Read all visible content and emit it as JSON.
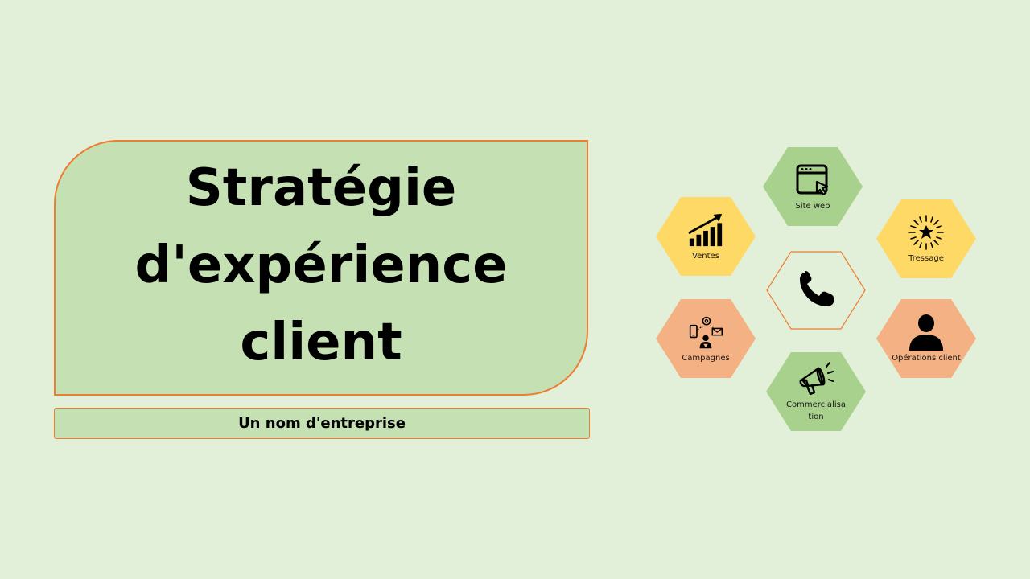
{
  "title": {
    "text": "Stratégie d'expérience client"
  },
  "subtitle": {
    "text": "Un nom d'entreprise"
  },
  "hexagons": {
    "site_web": {
      "label": "Site web",
      "icon": "browser-window-cursor-icon",
      "color": "#a9d18e"
    },
    "ventes": {
      "label": "Ventes",
      "icon": "bar-chart-growth-icon",
      "color": "#ffd966"
    },
    "tressage": {
      "label": "Tressage",
      "icon": "sparkle-burst-icon",
      "color": "#ffd966"
    },
    "center": {
      "icon": "phone-icon",
      "color": "#ed7d31"
    },
    "campagnes": {
      "label": "Campagnes",
      "icon": "multichannel-campaign-icon",
      "color": "#f4b183"
    },
    "operations_client": {
      "label": "Opérations client",
      "icon": "person-icon",
      "color": "#f4b183"
    },
    "commercialisation": {
      "label": "Commercialisa tion",
      "icon": "megaphone-icon",
      "color": "#a9d18e"
    }
  },
  "colors": {
    "background": "#e2efd9",
    "card_fill": "#c5e0b3",
    "accent_border": "#ed7d31"
  }
}
